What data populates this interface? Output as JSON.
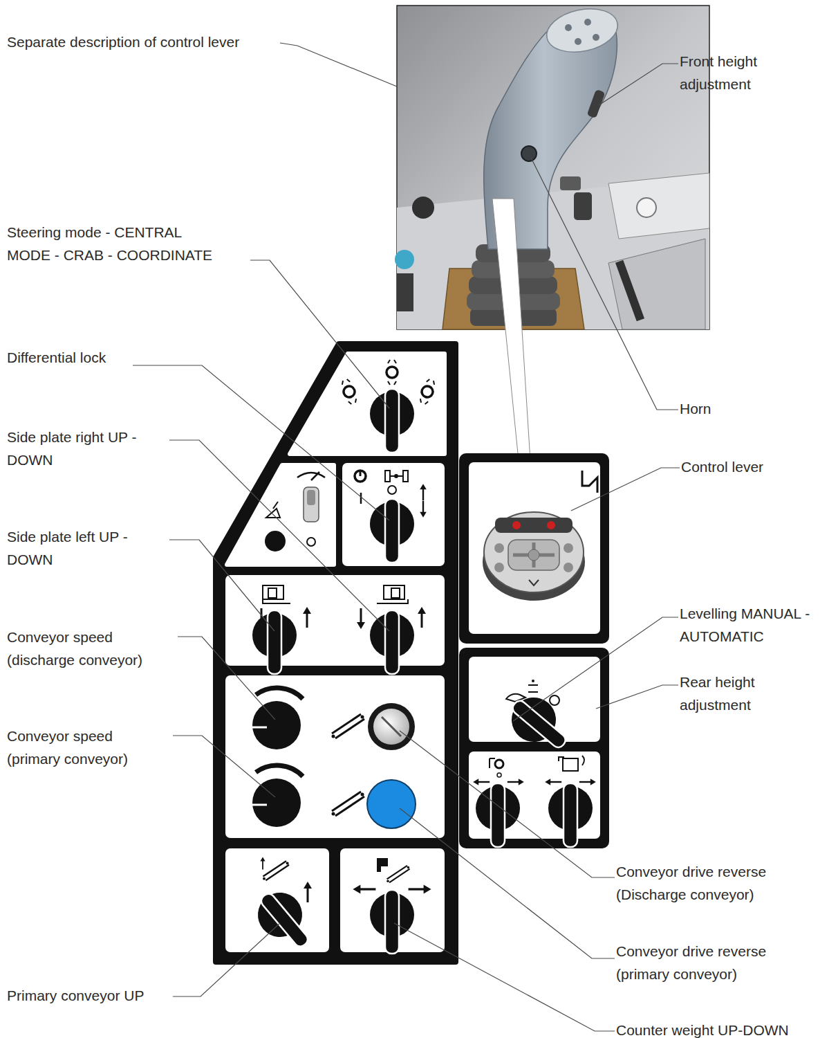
{
  "diagram": {
    "labels": [
      "Separate description of control lever",
      "Front height adjustment",
      "Steering mode - CENTRAL MODE - CRAB - COORDINATE",
      "Differential lock",
      "Horn",
      "Side plate right UP - DOWN",
      "Control lever",
      "Side plate left UP - DOWN",
      "Levelling MANUAL - AUTOMATIC",
      "Conveyor speed (discharge conveyor)",
      "Rear height adjustment",
      "Conveyor speed (primary conveyor)",
      "Conveyor drive reverse (Discharge conveyor)",
      "Conveyor drive reverse (primary conveyor)",
      "Primary conveyor UP",
      "Counter weight UP-DOWN"
    ]
  }
}
